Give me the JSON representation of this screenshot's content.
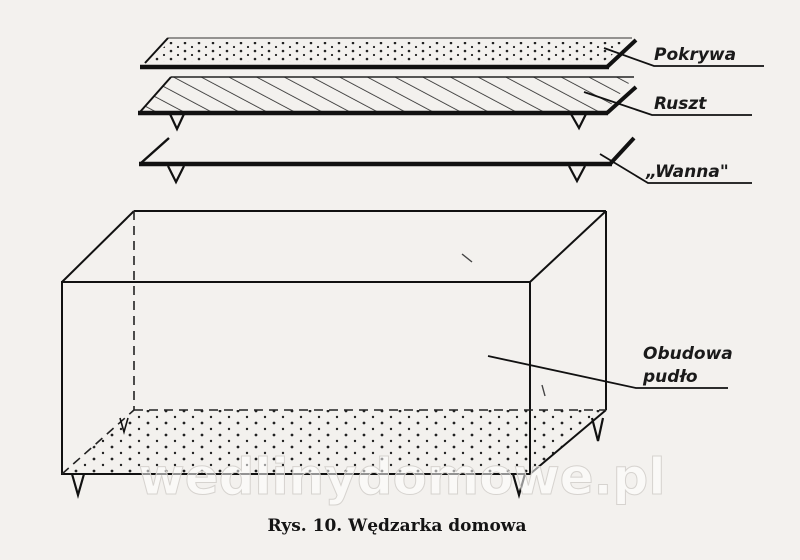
{
  "diagram": {
    "labels": {
      "lid": "Pokrywa",
      "grate": "Ruszt",
      "tray": "„Wanna\"",
      "housing_line1": "Obudowa",
      "housing_line2": "pudło"
    },
    "caption": "Rys. 10. Wędzarka domowa",
    "watermark": "wedlinydomowe.pl",
    "colors": {
      "background": "#f3f1ee",
      "ink": "#1a1a1a"
    }
  }
}
